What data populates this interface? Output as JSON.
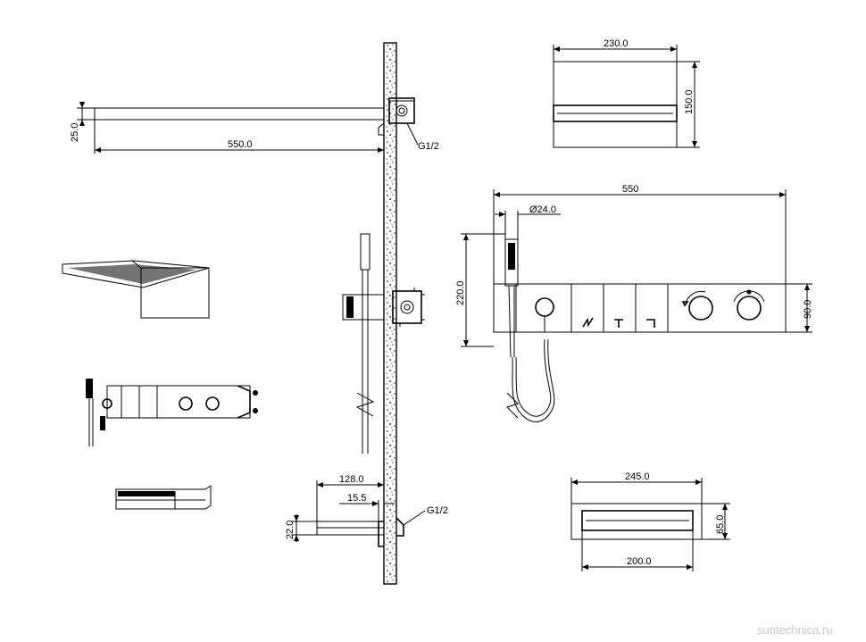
{
  "dimensions": {
    "overhead_thickness": "25.0",
    "overhead_length": "550.0",
    "thread_top": "G1/2",
    "front_width": "230.0",
    "front_height": "150.0",
    "panel_length": "550",
    "handshower_dia": "Ø24.0",
    "panel_total_height": "220.0",
    "panel_height": "90.0",
    "spout_projection": "128.0",
    "spout_offset": "15.5",
    "spout_thickness": "22.0",
    "thread_bottom": "G1/2",
    "spout_outer_width": "245.0",
    "spout_inner_width": "200.0",
    "spout_height": "65.0"
  },
  "watermark": "suntechnica.ru"
}
